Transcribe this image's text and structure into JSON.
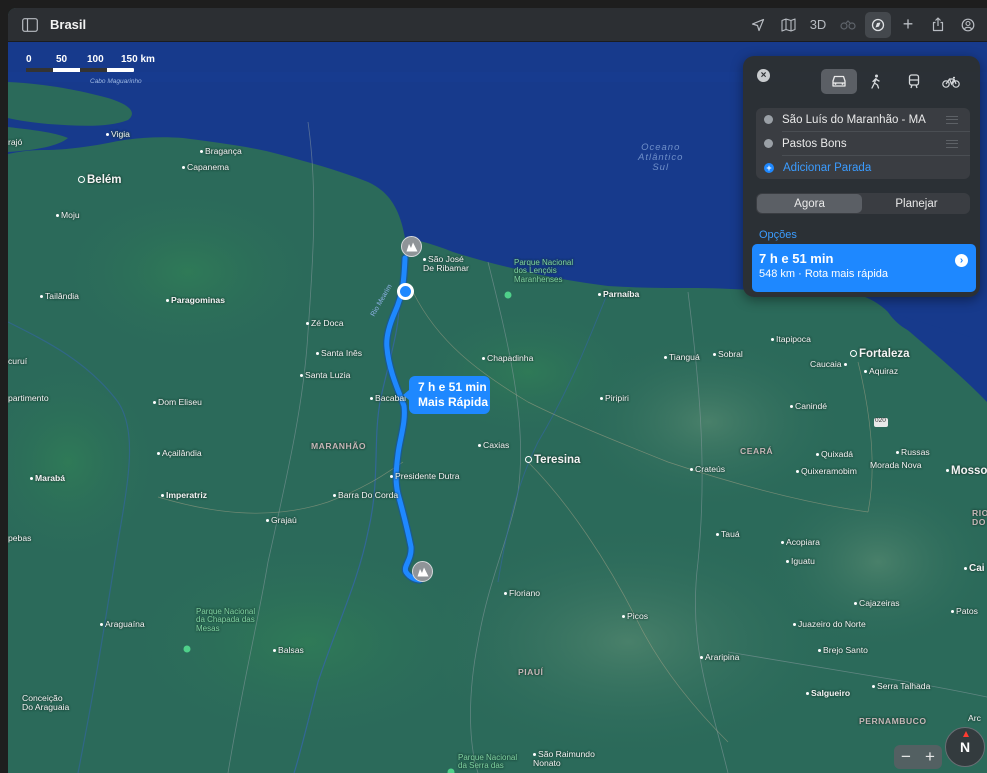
{
  "window": {
    "title": "Brasil"
  },
  "toolbar": {
    "btn_3d": "3D"
  },
  "scale": {
    "t0": "0",
    "t1": "50",
    "t2": "100",
    "t3": "150 km"
  },
  "route": {
    "callout_time": "7 h e 51 min",
    "callout_label": "Mais Rápida"
  },
  "panel": {
    "close": "×",
    "stops": [
      "São Luís do Maranhão - MA",
      "Pastos Bons"
    ],
    "add_stop": "Adicionar Parada",
    "when": [
      "Agora",
      "Planejar"
    ],
    "options_label": "Opções",
    "route_time": "7 h e 51 min",
    "route_detail": "548 km · Rota mais rápida"
  },
  "map_labels": {
    "cabo": "Cabo Maguarinho",
    "oceano": "Oceano\nAtlântico\nSul",
    "rajo": "rajó",
    "vigia": "Vigia",
    "braganca": "Bragança",
    "capanema": "Capanema",
    "belem": "Belém",
    "moju": "Moju",
    "sao_jose": "São José\nDe Ribamar",
    "parque_lencois": "Parque Nacional\ndos Lençóis\nMaranhenses",
    "parnaiba": "Parnaíba",
    "tailandia": "Tailândia",
    "paragominas": "Paragominas",
    "ze_doca": "Zé Doca",
    "santa_ines": "Santa Inês",
    "chapadinha": "Chapadinha",
    "tiangua": "Tianguá",
    "sobral": "Sobral",
    "itapipoca": "Itapipoca",
    "fortaleza": "Fortaleza",
    "caucaia": "Caucaia",
    "aquiraz": "Aquiraz",
    "curui": "curuí",
    "santa_luzia": "Santa Luzia",
    "partimento": "partimento",
    "dom_eliseu": "Dom Eliseu",
    "bacabal": "Bacabal",
    "piripiri": "Piripiri",
    "caninde": "Canindé",
    "shield": "020",
    "acailandia": "Açailândia",
    "maranhao": "MARANHÃO",
    "caxias": "Caxias",
    "teresina": "Teresina",
    "ceara": "CEARÁ",
    "quixada": "Quixadá",
    "russas": "Russas",
    "maraba": "Marabá",
    "presidente_dutra": "Presidente Dutra",
    "crateus": "Crateús",
    "quixeramobim": "Quixeramobim",
    "morada_nova": "Morada Nova",
    "mosso": "Mosso",
    "imperatriz": "Imperatriz",
    "barra_do_corda": "Barra Do Corda",
    "grajau": "Grajaú",
    "rio_gr": "RIO\nDO",
    "pebas": "pebas",
    "taua": "Tauá",
    "acopiara": "Acopiara",
    "iguatu": "Iguatu",
    "cai": "Cai",
    "floriano": "Floriano",
    "cajazeiras": "Cajazeiras",
    "araguaina": "Araguaína",
    "parque_chapada": "Parque Nacional\nda Chapada das\nMesas",
    "picos": "Picos",
    "juazeiro": "Juazeiro do Norte",
    "patos": "Patos",
    "balsas": "Balsas",
    "brejo_santo": "Brejo Santo",
    "araripina": "Araripina",
    "piaui": "PIAUÍ",
    "salgueiro": "Salgueiro",
    "serra_talhada": "Serra Talhada",
    "conceicao": "Conceição\nDo Araguaia",
    "pernambuco": "PERNAMBUCO",
    "arc": "Arc",
    "parque_serra": "Parque Nacional\nda Serra das",
    "sao_raimundo": "São Raimundo\nNonato",
    "rio_label": "Rio Mearim"
  },
  "compass": {
    "label": "N"
  },
  "zoom": {
    "minus": "−",
    "plus": "+"
  },
  "colors": {
    "route": "#1e88ff",
    "ocean": "#173a8c",
    "land": "#2b6a5a",
    "panel": "#2c2f33"
  }
}
